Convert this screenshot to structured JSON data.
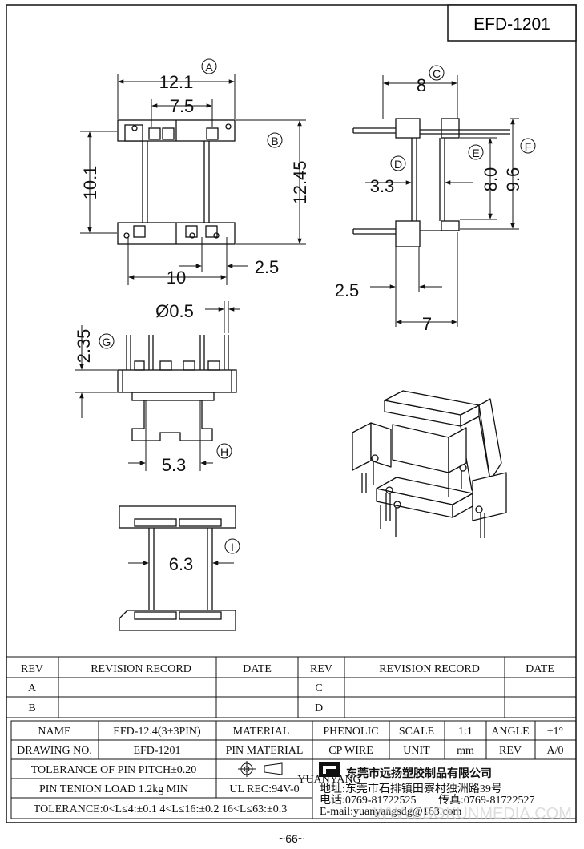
{
  "part_number": "EFD-1201",
  "page_number": "~66~",
  "watermark": "WWW.BOKUNMEDIA.COM",
  "top_view": {
    "dim_a": "12.1",
    "dim_a_tag": "A",
    "dim_pitch": "7.5",
    "dim_height": "10.1",
    "dim_b": "12.45",
    "dim_b_tag": "B",
    "dim_bottom": "10",
    "dim_pin_offset": "2.5"
  },
  "side_view": {
    "dim_c": "8",
    "dim_c_tag": "C",
    "dim_d": "3.3",
    "dim_d_tag": "D",
    "dim_e": "8.0",
    "dim_e_tag": "E",
    "dim_f": "9.6",
    "dim_f_tag": "F",
    "dim_left": "2.5",
    "dim_bottom": "7"
  },
  "front_view": {
    "dim_pin_dia": "Ø0.5",
    "dim_g": "2.35",
    "dim_g_tag": "G",
    "dim_h": "5.3",
    "dim_h_tag": "H"
  },
  "bottom_view": {
    "dim_i": "6.3",
    "dim_i_tag": "I"
  },
  "revision_table": {
    "rev_header": "REV",
    "record_header": "REVISION RECORD",
    "date_header": "DATE",
    "rows": [
      {
        "left_rev": "A",
        "right_rev": "C"
      },
      {
        "left_rev": "B",
        "right_rev": "D"
      }
    ]
  },
  "title_block": {
    "name_label": "NAME",
    "name_value": "EFD-12.4(3+3PIN)",
    "material_label": "MATERIAL",
    "material_value": "PHENOLIC",
    "scale_label": "SCALE",
    "scale_value": "1:1",
    "angle_label": "ANGLE",
    "angle_value": "±1°",
    "drawing_no_label": "DRAWING NO.",
    "drawing_no_value": "EFD-1201",
    "pin_material_label": "PIN MATERIAL",
    "pin_material_value": "CP WIRE",
    "unit_label": "UNIT",
    "unit_value": "mm",
    "rev_label": "REV",
    "rev_value": "A/0",
    "tolerance_pitch": "TOLERANCE OF PIN PITCH±0.20",
    "pin_load": "PIN TENION LOAD 1.2kg MIN",
    "ul_rec": "UL REC:94V-0",
    "tolerance_ranges": "TOLERANCE:0<L≤4:±0.1  4<L≤16:±0.2  16<L≤63:±0.3",
    "logo_text": "YUANYANG",
    "company_name": "东莞市远扬塑胶制品有限公司",
    "address": "地址:东莞市石排镇田寮村独洲路39号",
    "phone": "电话:0769-81722525",
    "fax": "传真:0769-81722527",
    "email": "E-mail:yuanyangsdg@163.com"
  }
}
